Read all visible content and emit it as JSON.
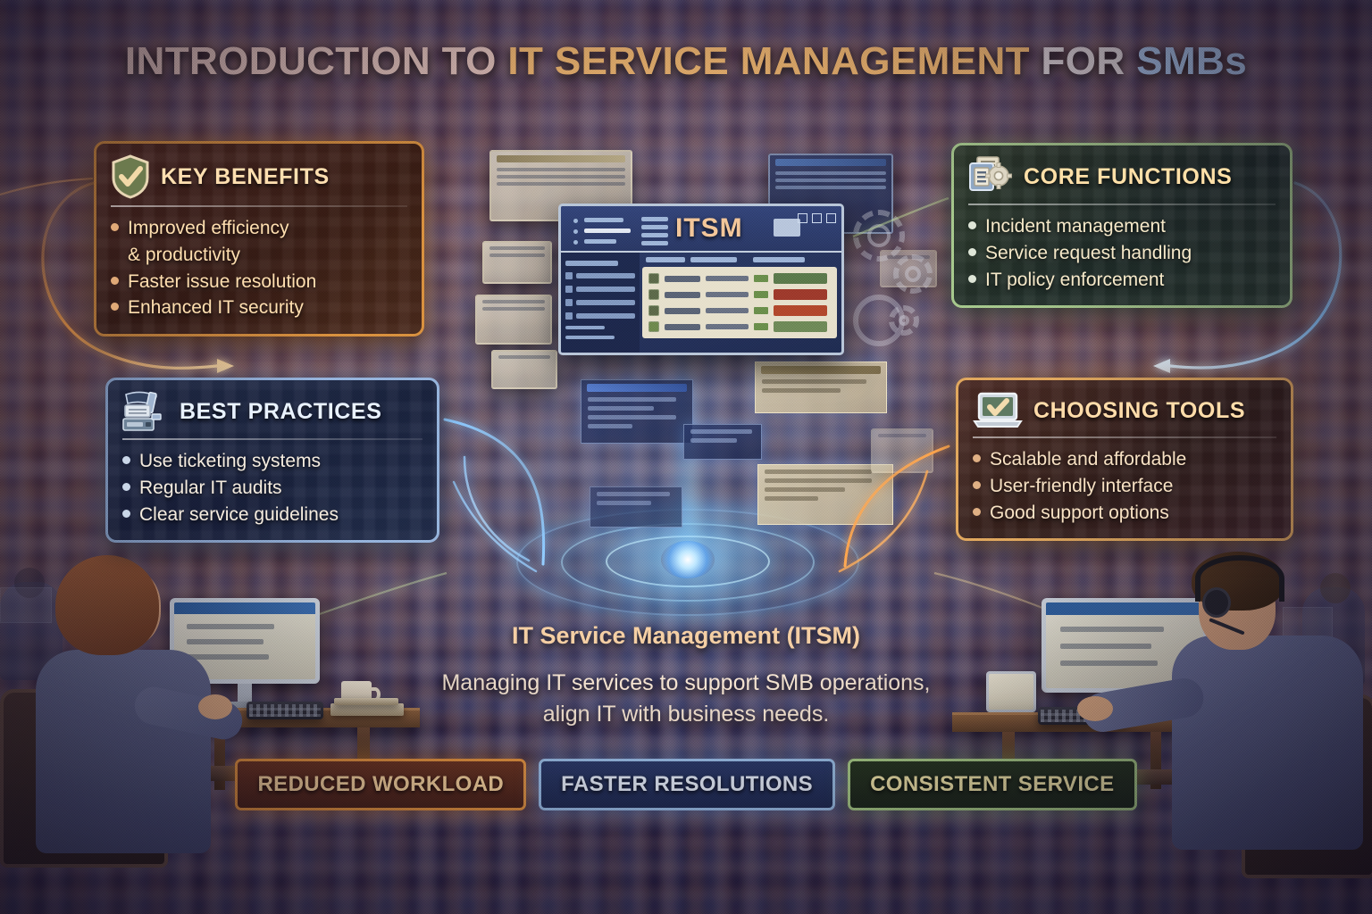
{
  "title": {
    "part1": "INTRODUCTION TO ",
    "part2": "IT SERVICE MANAGEMENT ",
    "part3": "FOR ",
    "part4": "SMBs",
    "full": "INTRODUCTION TO IT SERVICE MANAGEMENT FOR SMBs"
  },
  "panels": {
    "key_benefits": {
      "title": "KEY BENEFITS",
      "icon": "shield-check-icon",
      "accent": "#d9913f",
      "items": [
        "Improved efficiency",
        "& productivity",
        "Faster issue resolution",
        "Enhanced IT security"
      ],
      "item_has_bullet": [
        true,
        false,
        true,
        true
      ]
    },
    "core_functions": {
      "title": "CORE FUNCTIONS",
      "icon": "document-gear-icon",
      "accent": "#a7c98d",
      "items": [
        "Incident management",
        "Service request handling",
        "IT policy enforcement"
      ],
      "item_has_bullet": [
        true,
        true,
        true
      ]
    },
    "best_practices": {
      "title": "BEST PRACTICES",
      "icon": "monitor-server-icon",
      "accent": "#96b4dc",
      "items": [
        "Use ticketing systems",
        "Regular IT audits",
        "Clear service guidelines"
      ],
      "item_has_bullet": [
        true,
        true,
        true
      ]
    },
    "choosing_tools": {
      "title": "CHOOSING TOOLS",
      "icon": "laptop-check-icon",
      "accent": "#e0a85e",
      "items": [
        "Scalable and affordable",
        "User-friendly interface",
        "Good support options"
      ],
      "item_has_bullet": [
        true,
        true,
        true
      ]
    }
  },
  "dashboard": {
    "logo": "ITSM",
    "icon": "itsm-dashboard"
  },
  "center_caption": {
    "heading": "IT Service Management (ITSM)",
    "line1": "Managing IT services to support SMB operations,",
    "line2": "align IT with business needs."
  },
  "badges": [
    {
      "label": "REDUCED WORKLOAD",
      "theme": "orange",
      "color": "#e9963e"
    },
    {
      "label": "FASTER RESOLUTIONS",
      "theme": "blue",
      "color": "#9cc0e8"
    },
    {
      "label": "CONSISTENT SERVICE",
      "theme": "green",
      "color": "#a9cd86"
    }
  ],
  "scenes": {
    "left": {
      "name": "female-it-worker-at-desk"
    },
    "right": {
      "name": "male-support-agent-with-headset"
    }
  },
  "colors": {
    "background_dark": "#241a3c",
    "accent_orange": "#f3b971",
    "accent_blue": "#a9c2e4",
    "accent_green": "#a9cd86",
    "hub_glow": "#bfe8ff"
  }
}
